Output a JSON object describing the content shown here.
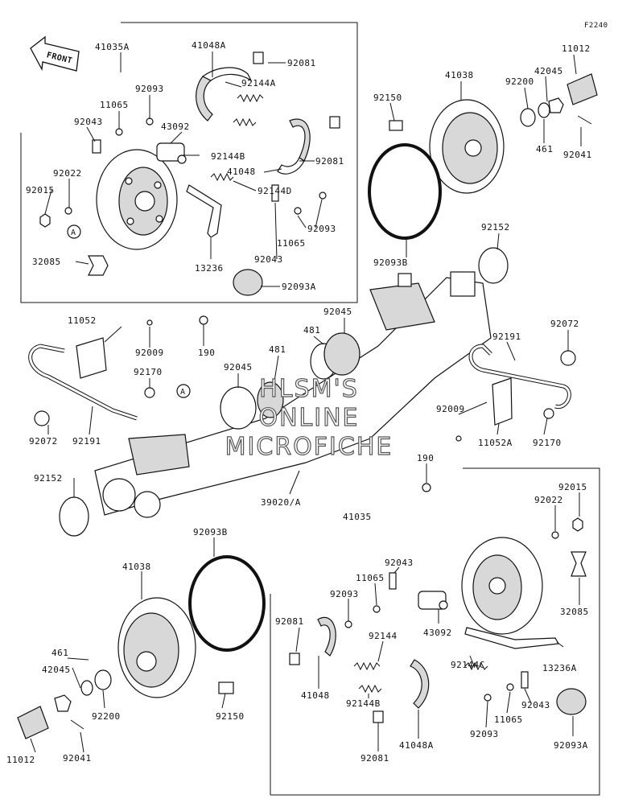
{
  "page_code": "F2240",
  "front_label": "FRONT",
  "callout_letter": "A",
  "watermark": [
    "HLSM'S",
    "ONLINE",
    "MICROFICHE"
  ],
  "labels": {
    "l41035A": "41035A",
    "l41048A": "41048A",
    "l92081a": "92081",
    "l92144A": "92144A",
    "l92093a": "92093",
    "l11065a": "11065",
    "l92043a": "92043",
    "l43092a": "43092",
    "l92081b": "92081",
    "l92144B": "92144B",
    "l41048": "41048",
    "l92144D": "92144D",
    "l92022a": "92022",
    "l92015a": "92015",
    "l92093b": "92093",
    "l11065b": "11065",
    "l92043b": "92043",
    "l32085a": "32085",
    "l13236": "13236",
    "l92093Aa": "92093A",
    "l41038a": "41038",
    "l92150a": "92150",
    "l92200a": "92200",
    "l42045a": "42045",
    "l11012a": "11012",
    "l461a": "461",
    "l92041a": "92041",
    "l92093Ba": "92093B",
    "l92152a": "92152",
    "l92045a": "92045",
    "l481a": "481",
    "l11052": "11052",
    "l92009a": "92009",
    "l190a": "190",
    "l481b": "481",
    "l92045b": "92045",
    "l92170a": "92170",
    "l92072a": "92072",
    "l92191a": "92191",
    "l92152b": "92152",
    "l39020A": "39020/A",
    "l92191b": "92191",
    "l92072b": "92072",
    "l92009b": "92009",
    "l11052A": "11052A",
    "l92170b": "92170",
    "l190b": "190",
    "l41035": "41035",
    "l92015b": "92015",
    "l92022b": "92022",
    "l32085b": "32085",
    "l92093Bb": "92093B",
    "l41038b": "41038",
    "l92043c": "92043",
    "l11065c": "11065",
    "l92093c": "92093",
    "l43092b": "43092",
    "l92081c": "92081",
    "l92144": "92144",
    "l92144C": "92144C",
    "l13236A": "13236A",
    "l461b": "461",
    "l42045b": "42045",
    "l92200b": "92200",
    "l92150b": "92150",
    "l41048b": "41048",
    "l92144Bb": "92144B",
    "l92043d": "92043",
    "l11065d": "11065",
    "l92093d": "92093",
    "l41048Ab": "41048A",
    "l92081d": "92081",
    "l92093Ab": "92093A",
    "l11012b": "11012",
    "l92041b": "92041"
  }
}
